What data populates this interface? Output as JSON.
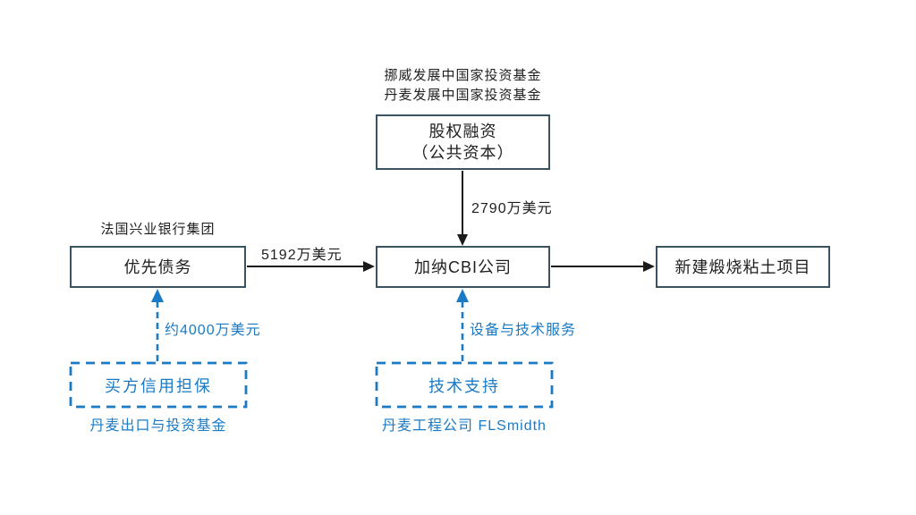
{
  "colors": {
    "box_border": "#3B5360",
    "arrow_black": "#1a1a1a",
    "blue_accent": "#1B7AC4",
    "text": "#1f1f1f",
    "background": "#ffffff"
  },
  "top_note": {
    "line1": "挪威发展中国家投资基金",
    "line2": "丹麦发展中国家投资基金"
  },
  "boxes": {
    "equity": {
      "line1": "股权融资",
      "line2": "（公共资本）"
    },
    "senior_debt": {
      "label": "优先债务",
      "note_above": "法国兴业银行集团"
    },
    "cbi": {
      "label": "加纳CBI公司"
    },
    "project": {
      "label": "新建煅烧粘土项目"
    }
  },
  "arrow_labels": {
    "equity_to_cbi": "2790万美元",
    "debt_to_cbi": "5192万美元",
    "guarantee_to_debt": "约4000万美元",
    "support_to_cbi": "设备与技术服务"
  },
  "dashed_boxes": {
    "buyer_credit": {
      "label": "买方信用担保",
      "caption": "丹麦出口与投资基金"
    },
    "tech_support": {
      "label": "技术支持",
      "caption": "丹麦工程公司 FLSmidth"
    }
  }
}
